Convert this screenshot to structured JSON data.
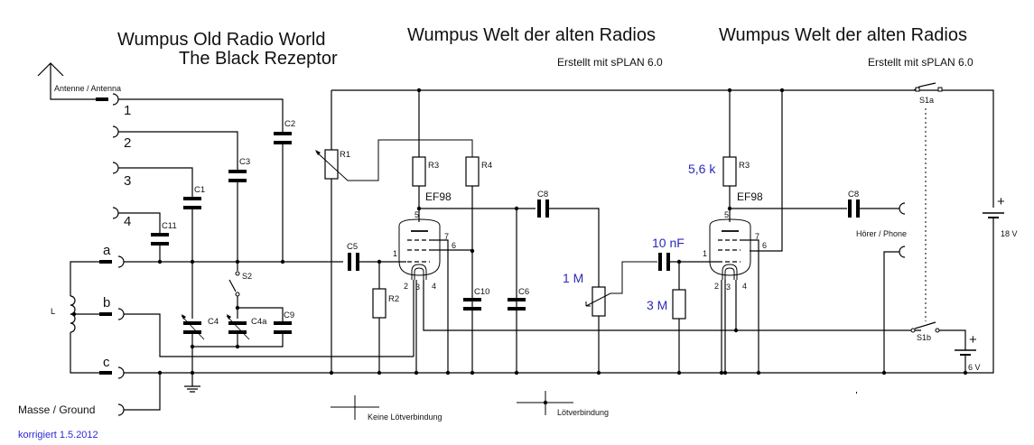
{
  "titles": {
    "left_line1": "Wumpus Old Radio World",
    "left_line2": "The Black Rezeptor",
    "center": "Wumpus Welt der alten Radios",
    "center_sub": "Erstellt mit sPLAN 6.0",
    "right": "Wumpus Welt der alten Radios",
    "right_sub": "Erstellt mit sPLAN 6.0"
  },
  "terminals": {
    "antenna": "Antenne / Antenna",
    "t1": "1",
    "t2": "2",
    "t3": "3",
    "t4": "4",
    "a": "a",
    "b": "b",
    "c": "c",
    "ground": "Masse / Ground",
    "phone": "Hörer / Phone"
  },
  "components": {
    "L": "L",
    "C1": "C1",
    "C2": "C2",
    "C3": "C3",
    "C4": "C4",
    "C4a": "C4a",
    "C5": "C5",
    "C6": "C6",
    "C8": "C8",
    "C8b": "C8",
    "C9": "C9",
    "C10": "C10",
    "C11": "C11",
    "R1": "R1",
    "R2": "R2",
    "R3": "R3",
    "R3b": "R3",
    "R4": "R4",
    "S2": "S2",
    "S1a": "S1a",
    "S1b": "S1b",
    "tube1": "EF98",
    "tube2": "EF98"
  },
  "tube_pins": [
    "1",
    "2",
    "3",
    "4",
    "5",
    "6",
    "7"
  ],
  "values": {
    "r3b": "5,6 k",
    "coupling_cap": "10 nF",
    "pot": "1 M",
    "grid_res": "3 M"
  },
  "batteries": {
    "b1_voltage": "18 V",
    "b2_voltage": "6 V",
    "plus": "+"
  },
  "legend": {
    "no_junction": "Keine Lötverbindung",
    "junction": "Lötverbindung"
  },
  "footer": {
    "corrected": "korrigiert 1.5.2012"
  }
}
